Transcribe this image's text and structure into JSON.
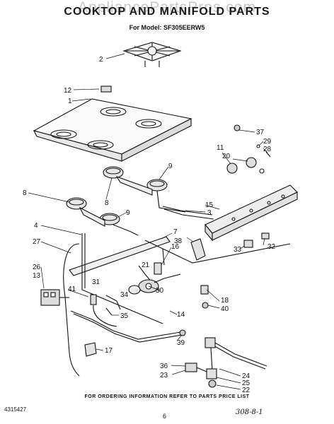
{
  "header": {
    "watermark": "AppliancePartsPros.com",
    "title": "COOKTOP AND MANIFOLD PARTS",
    "subtitle": "For Model: SF305EERW5"
  },
  "footer": {
    "ordering_note": "FOR ORDERING INFORMATION REFER TO PARTS PRICE LIST",
    "doc_number": "4315427",
    "page_number": "6",
    "handwritten_note": "308-8-1"
  },
  "callouts": [
    "2",
    "12",
    "1",
    "8",
    "9",
    "3",
    "15",
    "4",
    "7",
    "38",
    "16",
    "27",
    "26",
    "13",
    "21",
    "31",
    "41",
    "34",
    "30",
    "18",
    "40",
    "35",
    "14",
    "39",
    "17",
    "37",
    "29",
    "28",
    "11",
    "20",
    "32",
    "33",
    "36",
    "23",
    "24",
    "25",
    "22"
  ]
}
